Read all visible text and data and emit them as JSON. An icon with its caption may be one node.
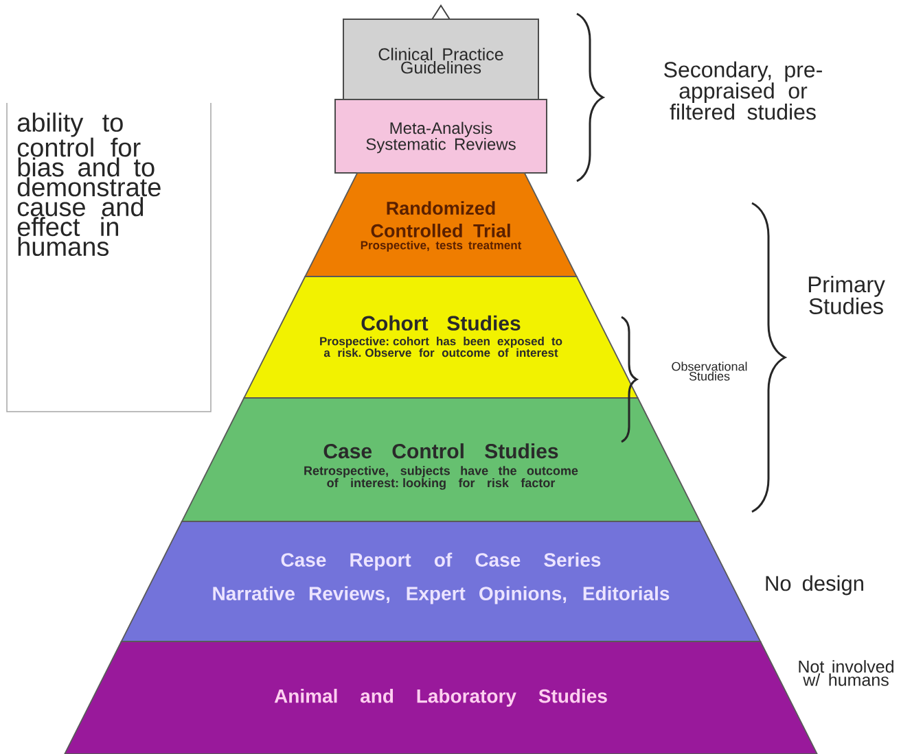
{
  "diagram": {
    "nodes": [
      {
        "text": [
          "ability to control for bias and to demonstrate cause and effect in humans"
        ]
      },
      {
        "text": [
          "Clinical Practice Guidelines"
        ]
      },
      {
        "text": [
          "Meta-Analysis Systematic Reviews"
        ]
      },
      {
        "text": [
          "Randomized Controlled Trial",
          "Prospective, tests treatment"
        ]
      },
      {
        "text": [
          "Cohort Studies",
          "Prospective: cohort has been exposed to a risk. Observe for outcome of interest"
        ]
      },
      {
        "text": [
          "Case Control Studies",
          "Retrospective, subjects have the outcome of interest: looking for risk factor"
        ]
      },
      {
        "text": [
          "Case Report of Case Series",
          "Narrative Reviews, Expert Opinions, Editorials"
        ]
      },
      {
        "text": [
          "Animal and Laboratory Studies"
        ]
      }
    ],
    "labels": [
      "Secondary, pre-appraised or filtered studies",
      "Primary Studies",
      "Observational Studies",
      "No design",
      "Not involved w/ humans"
    ]
  }
}
